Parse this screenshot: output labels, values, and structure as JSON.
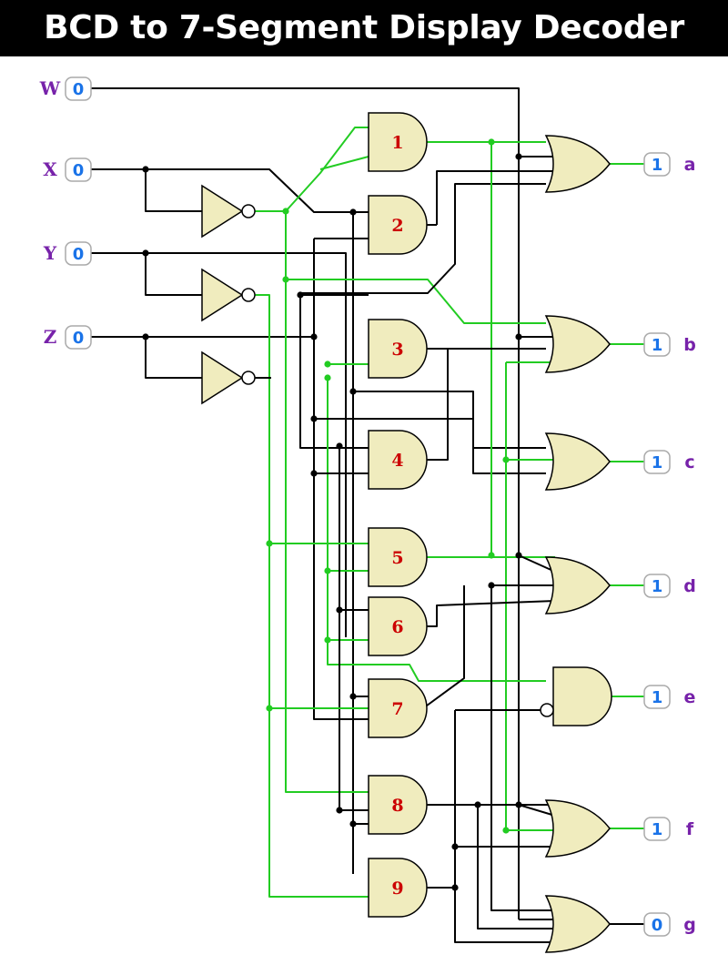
{
  "title": "BCD to 7-Segment Display Decoder",
  "inputs": [
    {
      "name": "W",
      "value": "0"
    },
    {
      "name": "X",
      "value": "0"
    },
    {
      "name": "Y",
      "value": "0"
    },
    {
      "name": "Z",
      "value": "0"
    }
  ],
  "and_gates": [
    "1",
    "2",
    "3",
    "4",
    "5",
    "6",
    "7",
    "8",
    "9"
  ],
  "outputs": [
    {
      "name": "a",
      "value": "1"
    },
    {
      "name": "b",
      "value": "1"
    },
    {
      "name": "c",
      "value": "1"
    },
    {
      "name": "d",
      "value": "1"
    },
    {
      "name": "e",
      "value": "1"
    },
    {
      "name": "f",
      "value": "1"
    },
    {
      "name": "g",
      "value": "0"
    }
  ],
  "colors": {
    "active_wire": "#22cc22",
    "inactive_wire": "#000000",
    "gate_fill": "#f0ecbe",
    "gate_label": "#cc0000",
    "io_label": "#7722aa",
    "io_value": "#1a73e8"
  }
}
